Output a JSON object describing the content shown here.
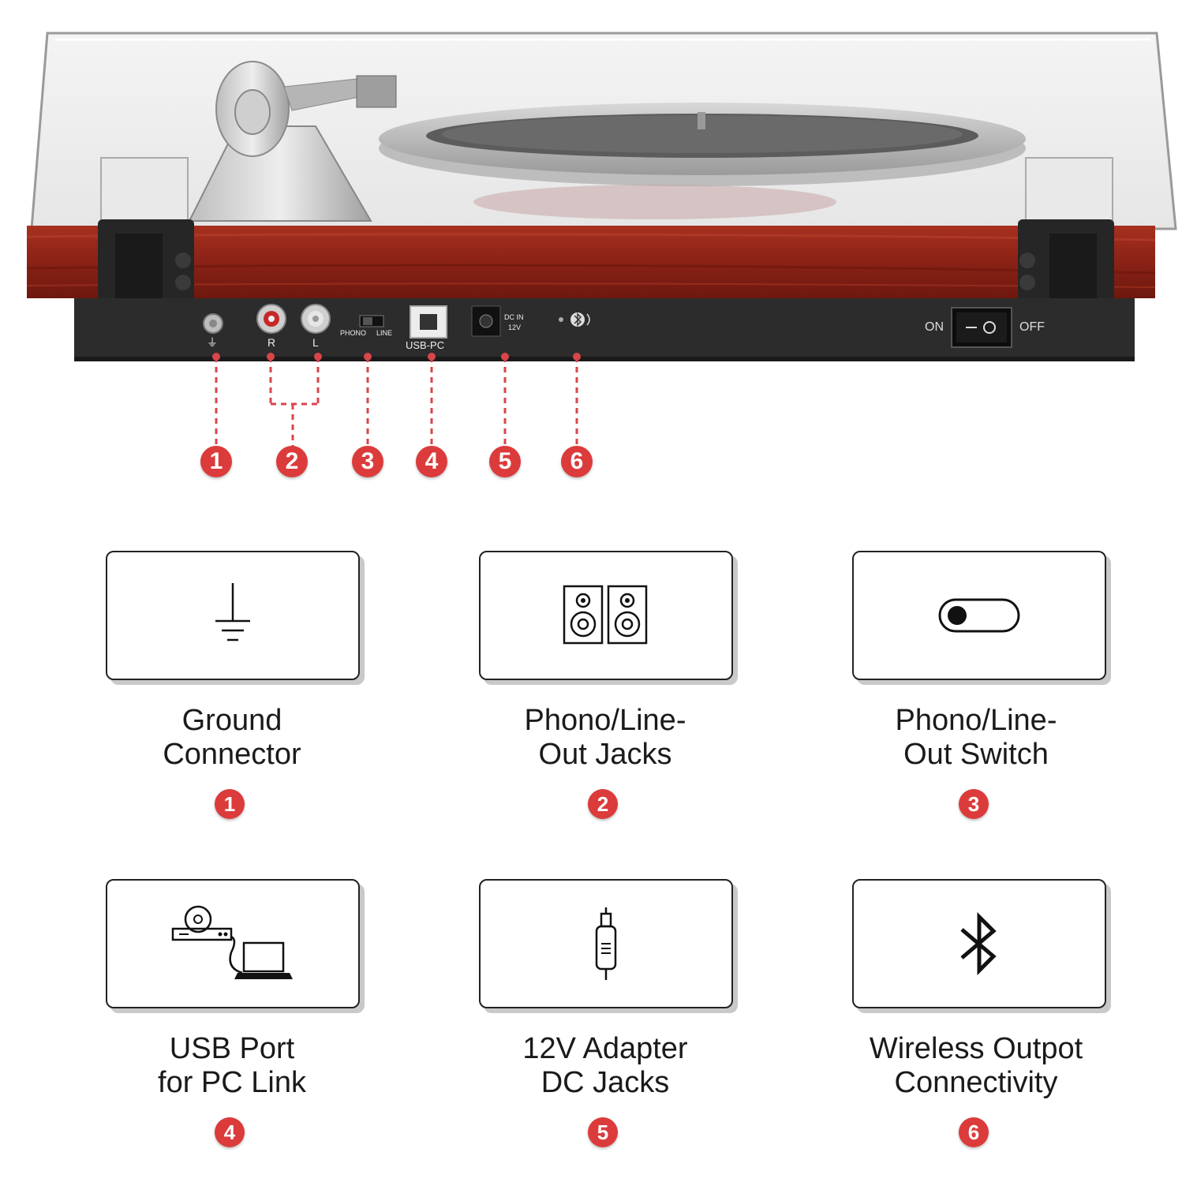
{
  "panel": {
    "jack_r": "R",
    "jack_l": "L",
    "switch_phono": "PHONO",
    "switch_line": "LINE",
    "usb_pc": "USB-PC",
    "dc_in": "DC IN",
    "dc_voltage": "12V",
    "power_on": "ON",
    "power_off": "OFF"
  },
  "callouts": [
    "1",
    "2",
    "3",
    "4",
    "5",
    "6"
  ],
  "features": [
    {
      "number": "1",
      "line1": "Ground",
      "line2": "Connector",
      "icon": "ground-icon"
    },
    {
      "number": "2",
      "line1": "Phono/Line-",
      "line2": "Out Jacks",
      "icon": "speakers-icon"
    },
    {
      "number": "3",
      "line1": "Phono/Line-",
      "line2": "Out Switch",
      "icon": "toggle-switch-icon"
    },
    {
      "number": "4",
      "line1": "USB Port",
      "line2": "for PC Link",
      "icon": "pc-link-icon"
    },
    {
      "number": "5",
      "line1": "12V Adapter",
      "line2": "DC Jacks",
      "icon": "dc-plug-icon"
    },
    {
      "number": "6",
      "line1": "Wireless Outpot",
      "line2": "Connectivity",
      "icon": "bluetooth-icon"
    }
  ],
  "colors": {
    "badge": "#dc3b3b",
    "wood": "#8e2418",
    "panel": "#2a2a2a"
  }
}
